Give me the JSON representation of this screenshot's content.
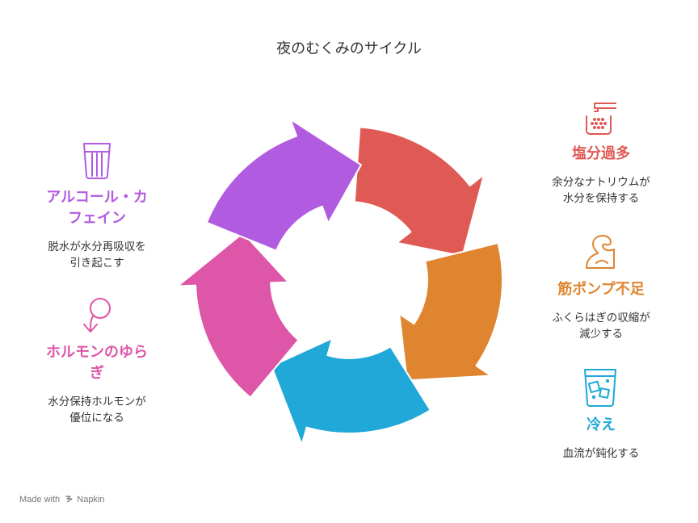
{
  "title": "夜のむくみのサイクル",
  "segments": [
    {
      "id": "salt",
      "heading": "塩分過多",
      "desc": [
        "余分なナトリウムが",
        "水分を保持する"
      ],
      "color": "#e05a55",
      "icon": "faucet-bucket-icon"
    },
    {
      "id": "muscle",
      "heading": "筋ポンプ不足",
      "desc": [
        "ふくらはぎの収縮が",
        "減少する"
      ],
      "color": "#df8530",
      "icon": "flexed-arm-icon"
    },
    {
      "id": "cold",
      "heading": "冷え",
      "desc": [
        "血流が鈍化する"
      ],
      "color": "#1fa8d8",
      "icon": "ice-glass-icon"
    },
    {
      "id": "hormone",
      "heading": [
        "ホルモンのゆら",
        "ぎ"
      ],
      "desc": [
        "水分保持ホルモンが",
        "優位になる"
      ],
      "color": "#dd56a8",
      "icon": "female-symbol-icon"
    },
    {
      "id": "alcohol",
      "heading": [
        "アルコール・カ",
        "フェイン"
      ],
      "desc": [
        "脱水が水分再吸収を",
        "引き起こす"
      ],
      "color": "#b15ce0",
      "icon": "drinking-glass-icon"
    }
  ],
  "credit": {
    "prefix": "Made with",
    "brand": "Napkin"
  }
}
